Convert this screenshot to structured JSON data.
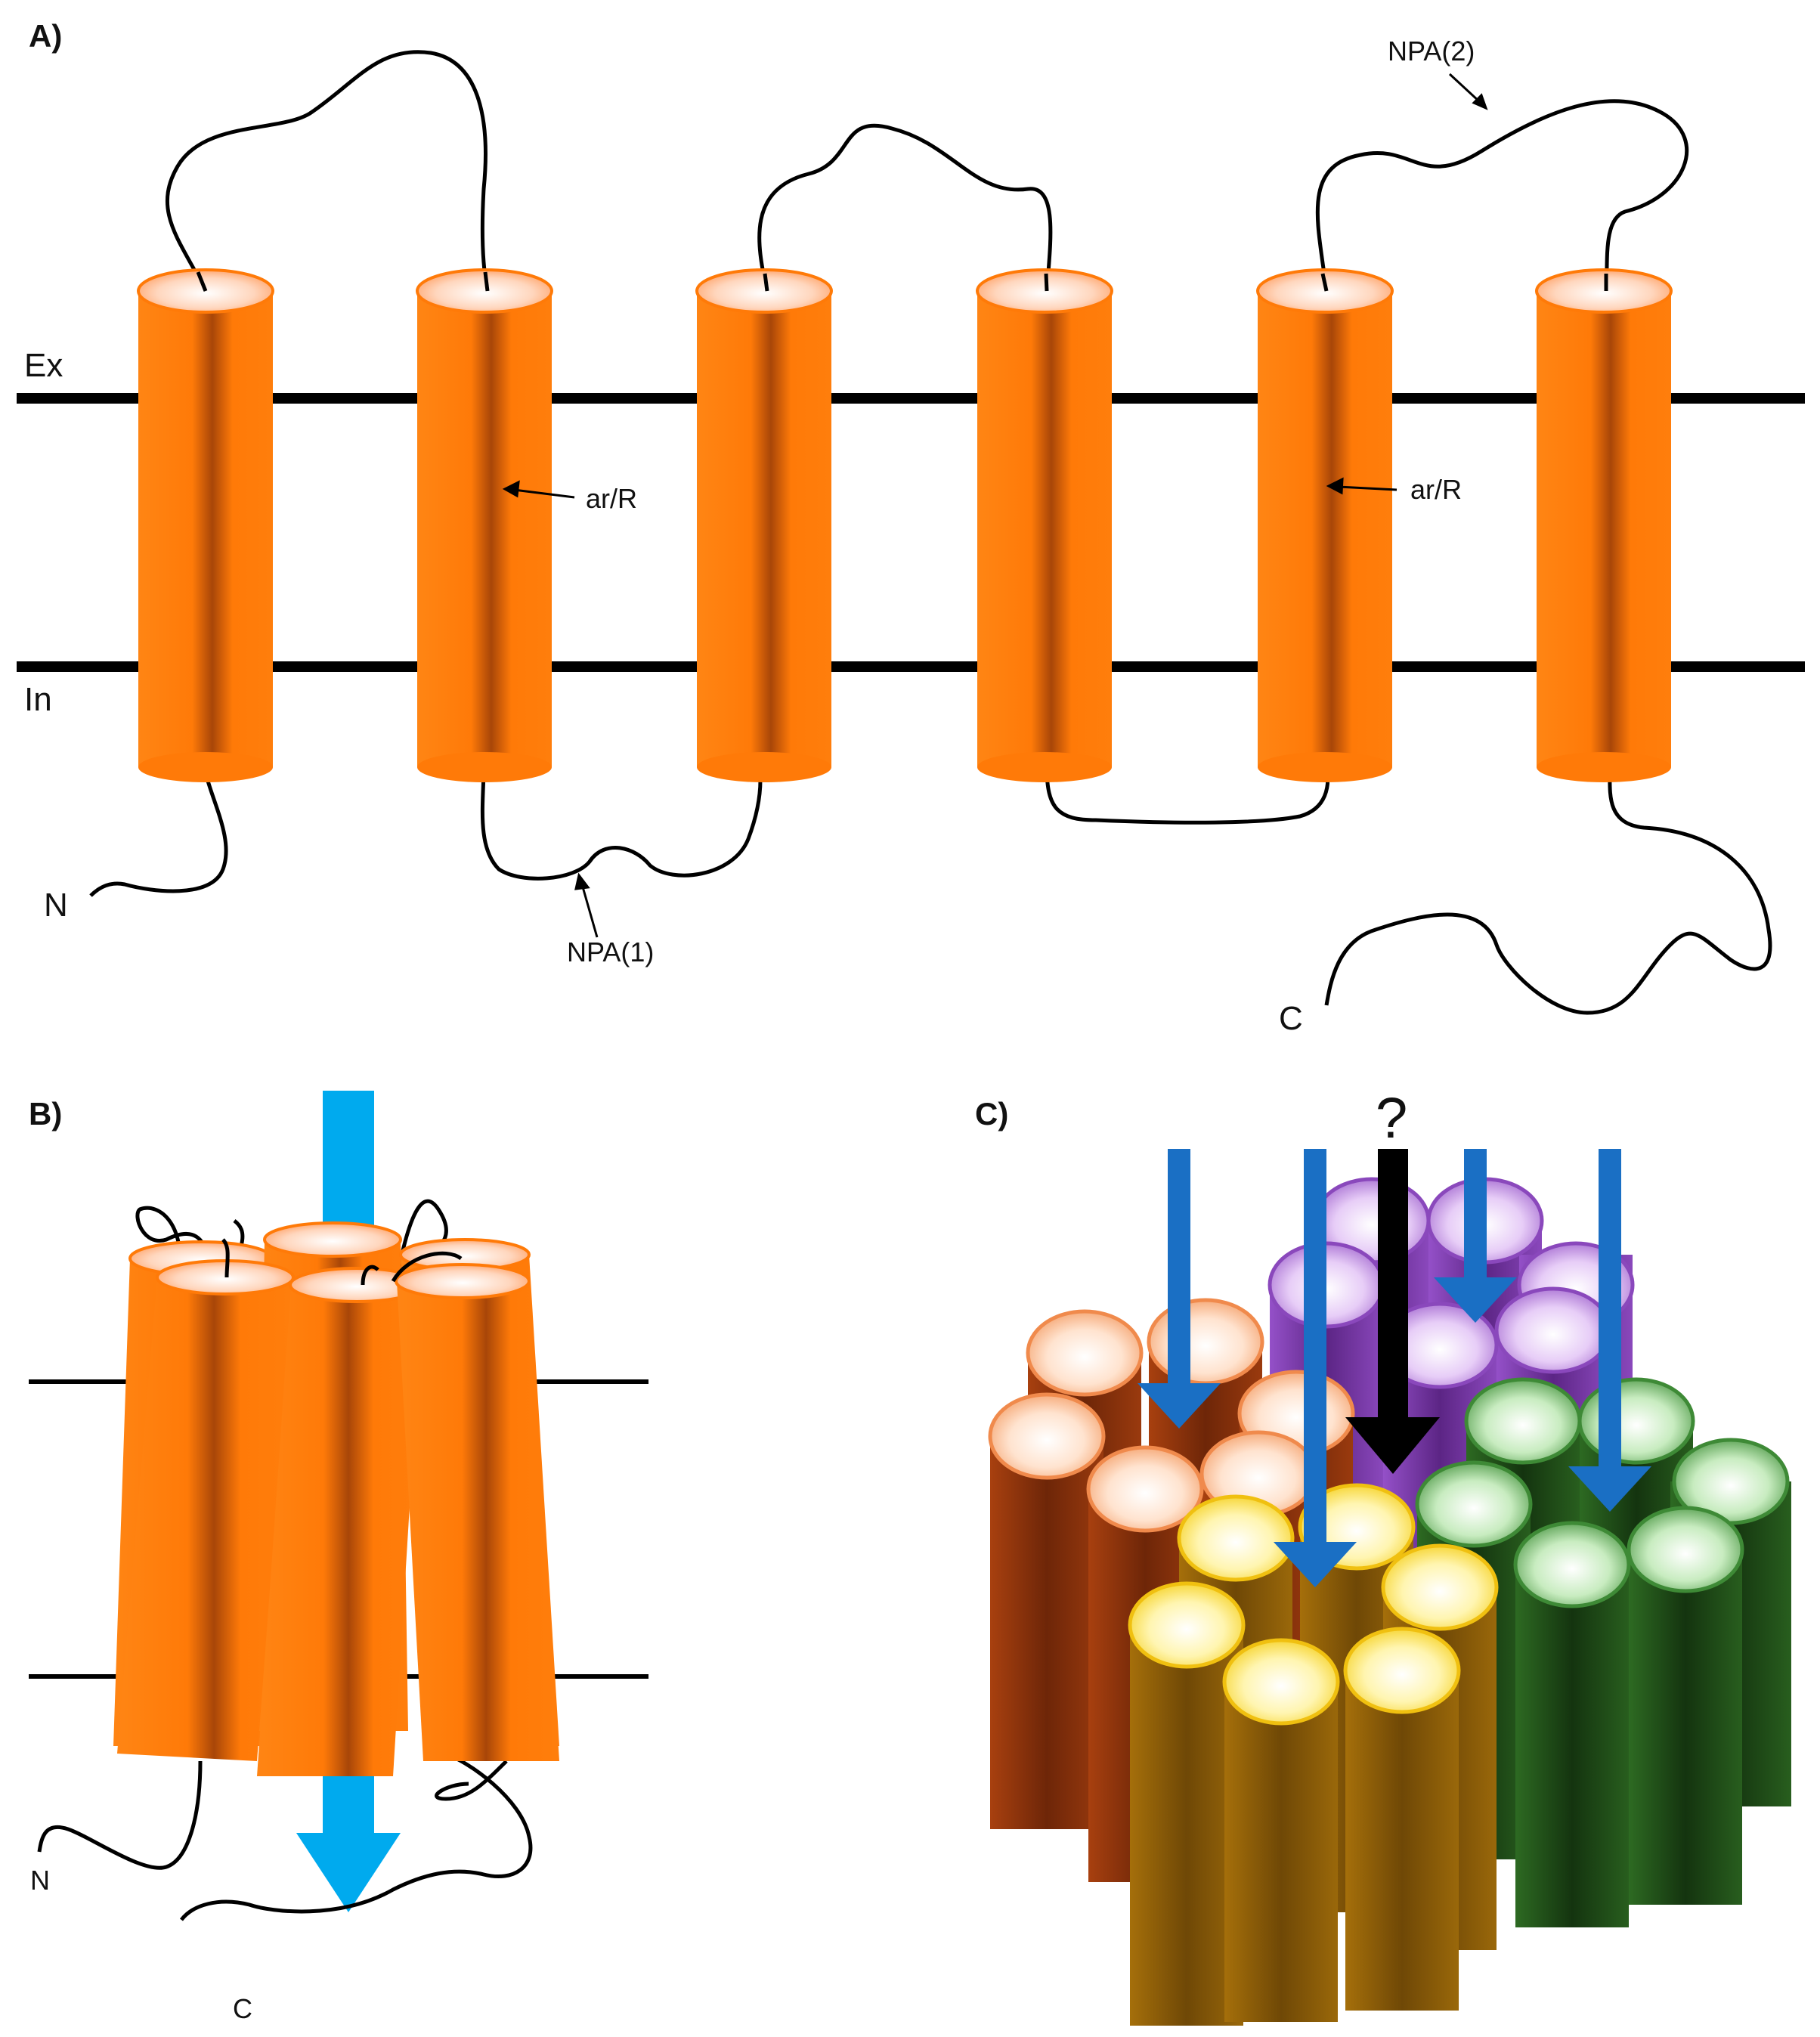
{
  "panels": {
    "a": {
      "label": "A)",
      "ex_label": "Ex",
      "in_label": "In",
      "n_label": "N",
      "c_label": "C",
      "ar_r_label_1": "ar/R",
      "ar_r_label_2": "ar/R",
      "npa1_label": "NPA(1)",
      "npa2_label": "NPA(2)"
    },
    "b": {
      "label": "B)",
      "n_label": "N",
      "c_label": "C"
    },
    "c": {
      "label": "C)",
      "question_mark": "?"
    }
  },
  "colors": {
    "helix_orange": "#ff7b0a",
    "helix_dark": "#a84608",
    "flux_arrow": "#00aaee",
    "flux_arrow_c": "#1a6fc4",
    "cluster_purple": "#7a3aa8",
    "cluster_green": "#1f4d18",
    "cluster_yellow": "#8a5a05",
    "cluster_rust": "#8f3510"
  }
}
